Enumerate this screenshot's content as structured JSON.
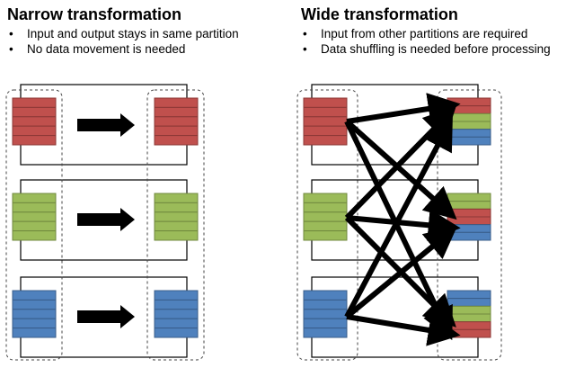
{
  "narrow": {
    "title": "Narrow transformation",
    "bullets": [
      "Input and output stays in same partition",
      "No data movement is needed"
    ]
  },
  "wide": {
    "title": "Wide transformation",
    "bullets": [
      "Input from other partitions are required",
      "Data shuffling is needed before processing"
    ]
  },
  "colors": {
    "red": "#c0504d",
    "red_border": "#8c3836",
    "green": "#9bbb59",
    "green_border": "#71893f",
    "blue": "#4f81bd",
    "blue_border": "#385d8a",
    "arrow": "#000000"
  },
  "partitions": [
    "red",
    "green",
    "blue"
  ],
  "wide_output_bands": [
    [
      "red",
      "green",
      "blue"
    ],
    [
      "green",
      "red",
      "blue"
    ],
    [
      "blue",
      "green",
      "red"
    ]
  ],
  "stripes_per_block": 5
}
